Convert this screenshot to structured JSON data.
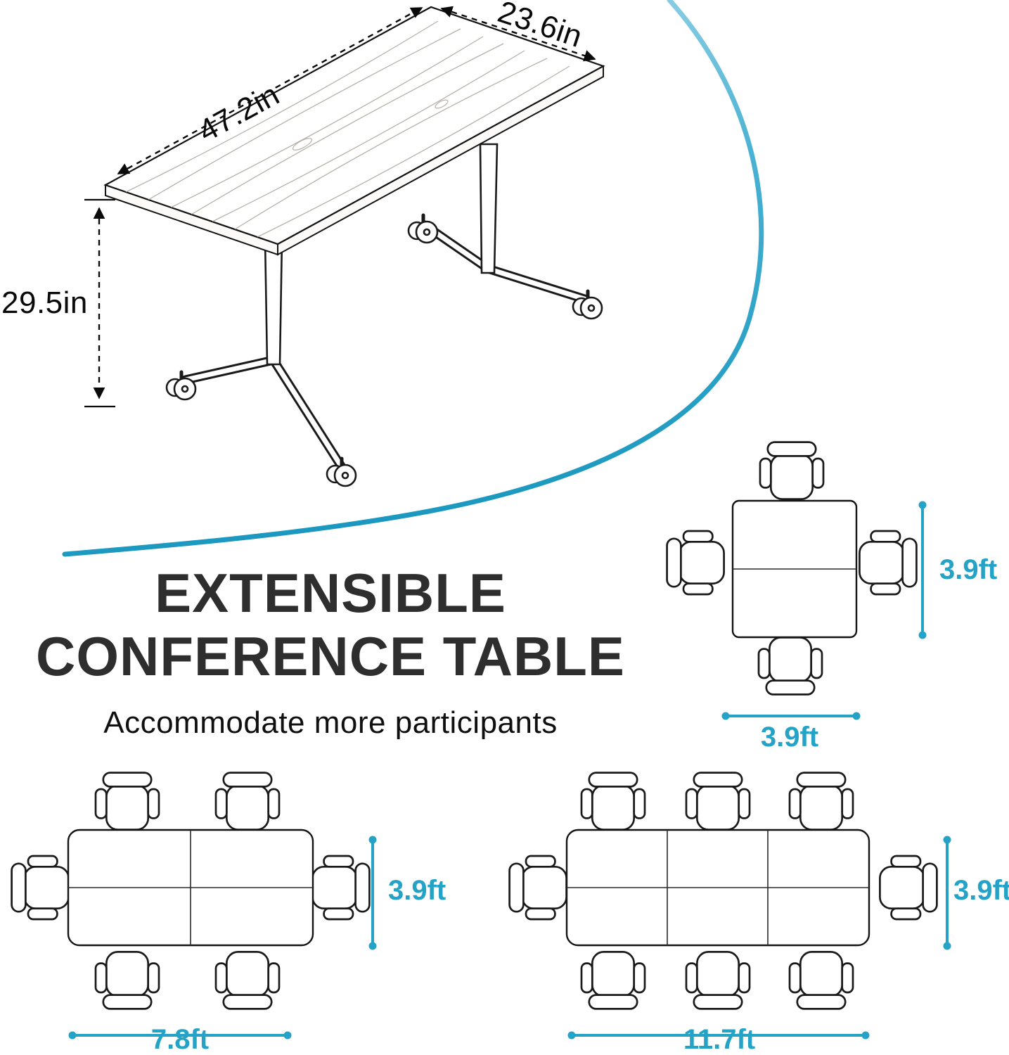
{
  "colors": {
    "accent": "#24A3C6",
    "headline": "#2E2E2E",
    "ink": "#0A0A0A"
  },
  "product": {
    "name": "extensible-conference-table-illustration",
    "dimensions": {
      "length": "47.2in",
      "depth": "23.6in",
      "height": "29.5in"
    }
  },
  "headline": {
    "line1": "EXTENSIBLE",
    "line2": "CONFERENCE TABLE",
    "subtitle": "Accommodate more participants"
  },
  "layouts": {
    "square": {
      "seats": 4,
      "sections": "1x2",
      "width": "3.9ft",
      "depth": "3.9ft"
    },
    "medium": {
      "seats": 6,
      "sections": "2x2",
      "width": "7.8ft",
      "depth": "3.9ft"
    },
    "large": {
      "seats": 8,
      "sections": "3x2",
      "width": "11.7ft",
      "depth": "3.9ft"
    }
  }
}
